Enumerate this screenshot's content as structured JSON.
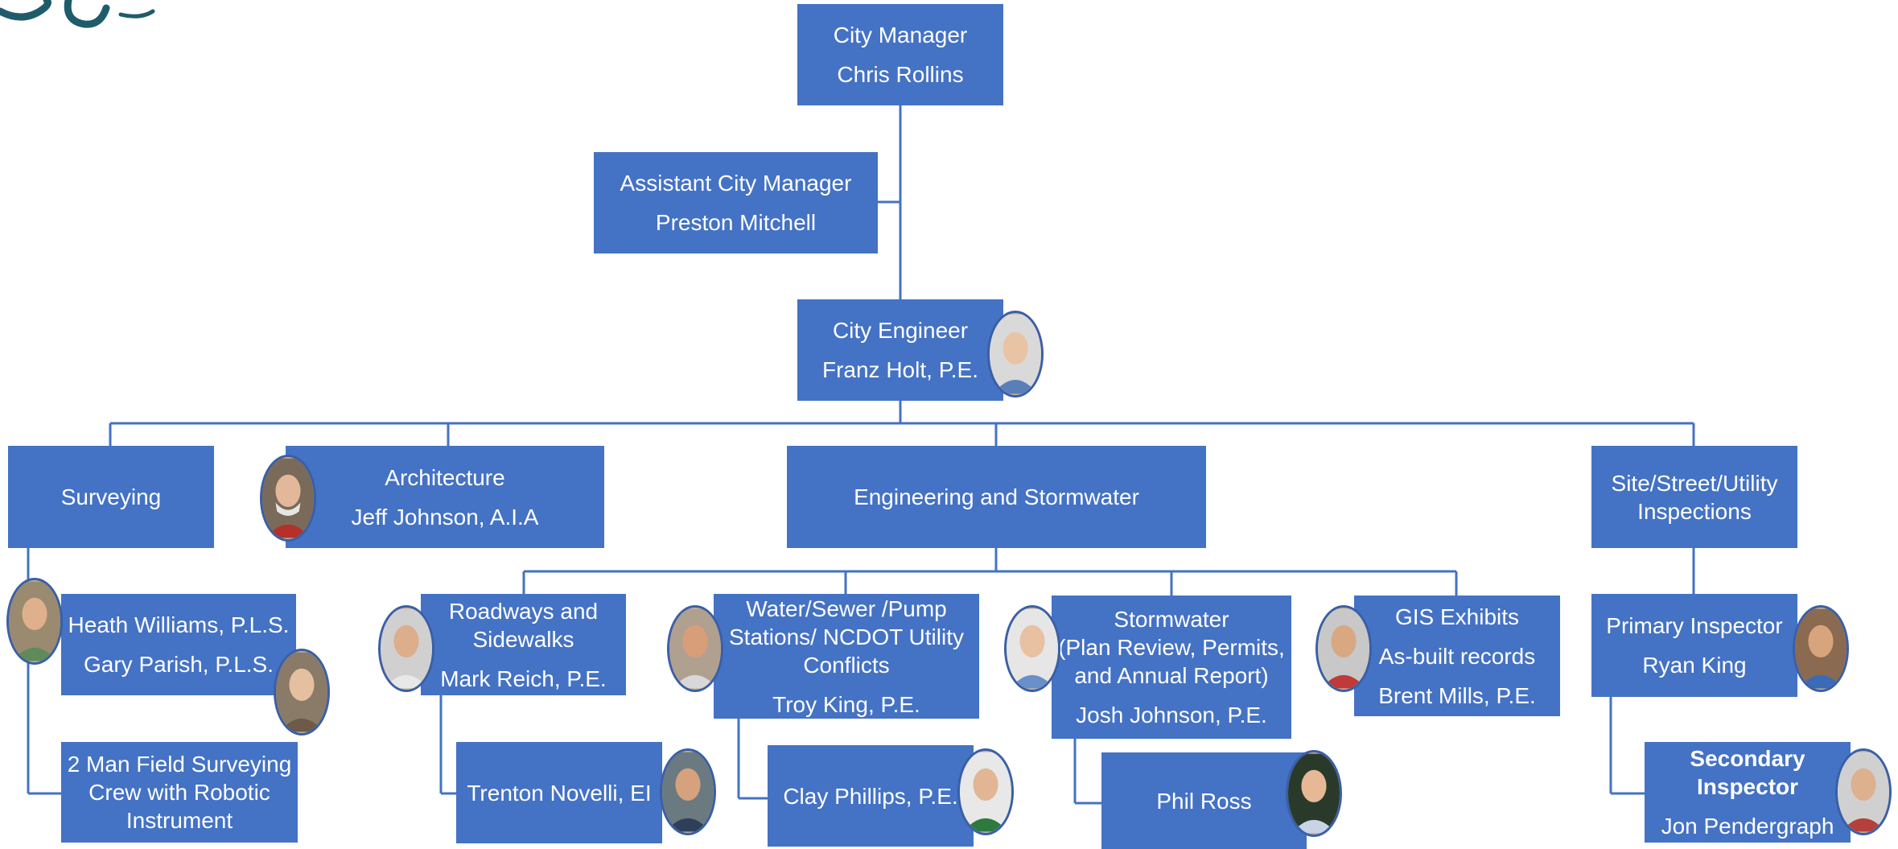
{
  "colors": {
    "box": "#4472c4",
    "line": "#4472c4",
    "logo": "#1f5c6b"
  },
  "nodes": {
    "city_manager": {
      "title": "City Manager",
      "name": "Chris Rollins"
    },
    "assistant_city_manager": {
      "title": "Assistant City Manager",
      "name": "Preston Mitchell"
    },
    "city_engineer": {
      "title": "City Engineer",
      "name": "Franz Holt, P.E."
    },
    "surveying": {
      "title": "Surveying"
    },
    "architecture": {
      "title": "Architecture",
      "name": "Jeff Johnson, A.I.A"
    },
    "engineering": {
      "title": "Engineering and Stormwater"
    },
    "inspections": {
      "title_line1": "Site/Street/Utility",
      "title_line2": "Inspections"
    },
    "surveyors": {
      "name1": "Heath Williams, P.L.S.",
      "name2": "Gary Parish, P.L.S."
    },
    "field_crew": {
      "line1": "2 Man Field Surveying",
      "line2": "Crew with Robotic",
      "line3": "Instrument"
    },
    "roadways": {
      "title_line1": "Roadways and",
      "title_line2": "Sidewalks",
      "name": "Mark Reich, P.E."
    },
    "roadways_sub": {
      "name": "Trenton Novelli, EI"
    },
    "water": {
      "title_line1": "Water/Sewer /Pump",
      "title_line2": "Stations/ NCDOT Utility",
      "title_line3": "Conflicts",
      "name": "Troy King, P.E."
    },
    "water_sub": {
      "name": "Clay Phillips, P.E."
    },
    "stormwater": {
      "title": "Stormwater",
      "detail_line1": "(Plan Review, Permits,",
      "detail_line2": "and Annual Report)",
      "name": "Josh Johnson, P.E."
    },
    "stormwater_sub": {
      "name": "Phil Ross"
    },
    "gis": {
      "title": "GIS Exhibits",
      "detail": "As-built records",
      "name": "Brent Mills, P.E."
    },
    "primary_inspector": {
      "title": "Primary Inspector",
      "name": "Ryan King"
    },
    "secondary_inspector": {
      "title_line1": "Secondary",
      "title_line2": "Inspector",
      "name": "Jon Pendergraph"
    }
  }
}
